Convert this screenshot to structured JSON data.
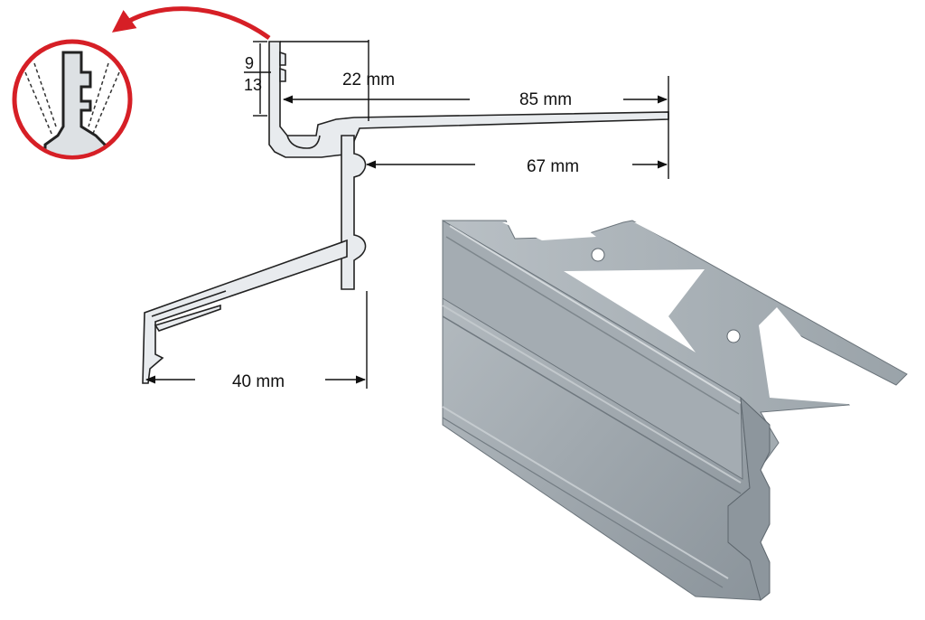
{
  "dimensions": {
    "d9": "9",
    "d13": "13",
    "d22": "22 mm",
    "d85": "85 mm",
    "d67": "67 mm",
    "d40": "40 mm"
  },
  "colors": {
    "profile_fill": "#e8ebee",
    "profile_stroke": "#222222",
    "arrow_red": "#d61f26",
    "metal_light": "#a9b1b7",
    "metal_mid": "#8f989f",
    "metal_dark": "#6f787f"
  },
  "icons": {
    "detail_inset": "magnified-joint-icon",
    "curved_arrow": "curved-arrow-icon"
  }
}
